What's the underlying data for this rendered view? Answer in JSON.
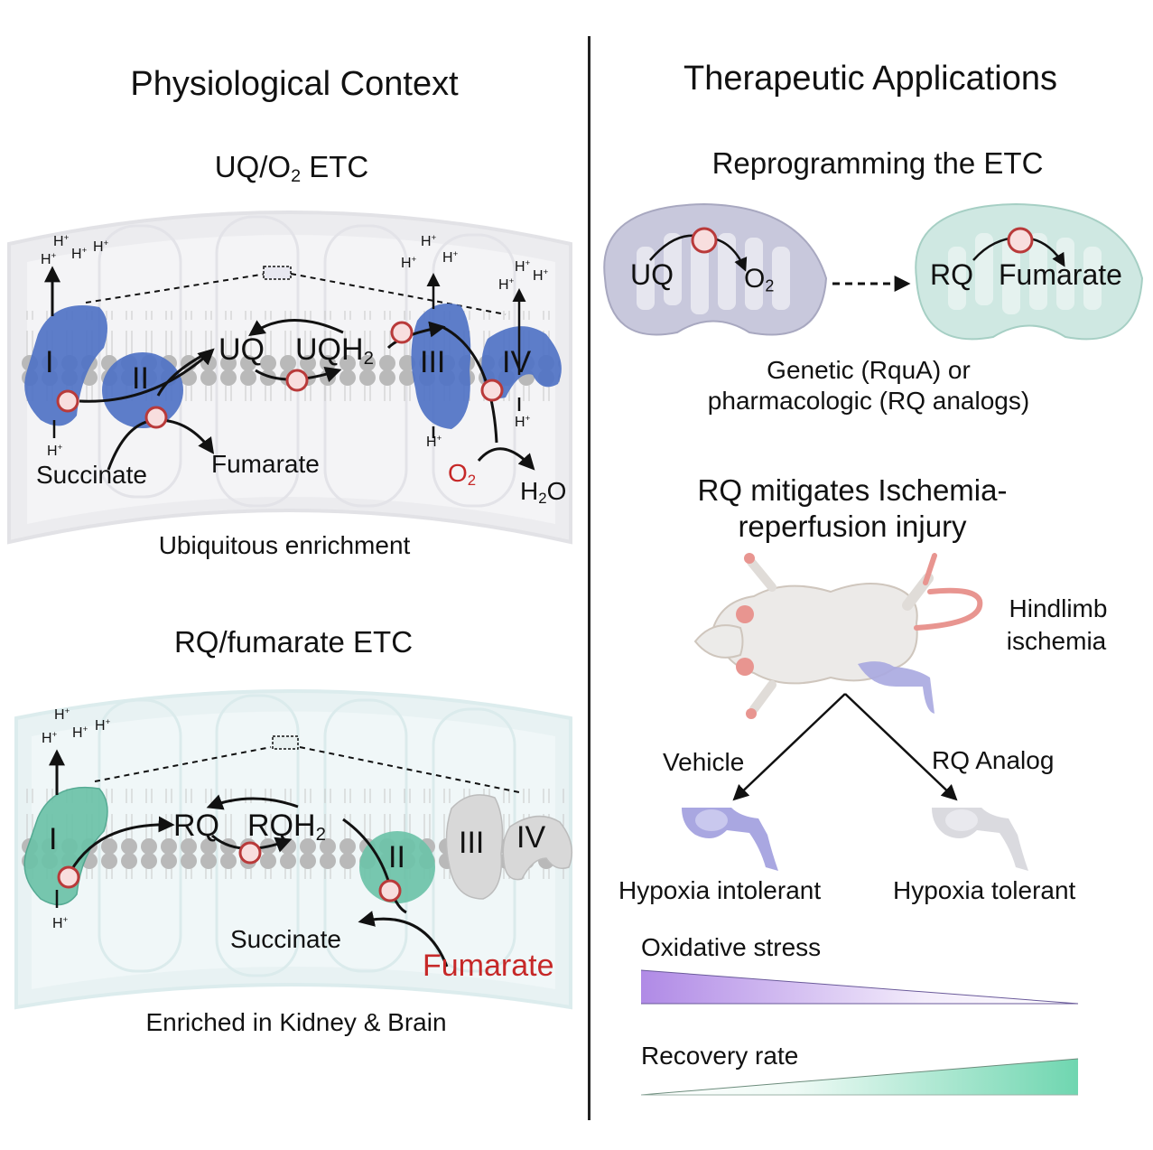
{
  "left_panel": {
    "title": "Physiological Context",
    "top_diagram": {
      "title_prefix": "UQ/O",
      "title_sub": "2",
      "title_suffix": " ETC",
      "complexes": [
        "I",
        "II",
        "III",
        "IV"
      ],
      "carrier_ox": "UQ",
      "carrier_red_prefix": "UQH",
      "carrier_red_sub": "2",
      "substrate": "Succinate",
      "product": "Fumarate",
      "acceptor_prefix": "O",
      "acceptor_sub": "2",
      "water_prefix": "H",
      "water_sub": "2",
      "water_suffix": "O",
      "proton": "H",
      "proton_charge": "+",
      "caption": "Ubiquitous enrichment",
      "complex_color": "#4f72c4"
    },
    "bottom_diagram": {
      "title": "RQ/fumarate ETC",
      "complexes": [
        "I",
        "II",
        "III",
        "IV"
      ],
      "carrier_ox": "RQ",
      "carrier_red_prefix": "RQH",
      "carrier_red_sub": "2",
      "product": "Succinate",
      "acceptor": "Fumarate",
      "proton": "H",
      "proton_charge": "+",
      "caption": "Enriched in Kidney & Brain",
      "complex_color": "#6cc2a8",
      "inactive_color": "#d8d8d8"
    }
  },
  "right_panel": {
    "title": "Therapeutic Applications",
    "reprogram": {
      "title": "Reprogramming the ETC",
      "left_mito": {
        "donor": "UQ",
        "acceptor_prefix": "O",
        "acceptor_sub": "2",
        "color": "#c8c8dc"
      },
      "right_mito": {
        "donor": "RQ",
        "acceptor": "Fumarate",
        "color": "#cfe8e2"
      },
      "caption_line1": "Genetic (RquA) or",
      "caption_line2": "pharmacologic (RQ analogs)"
    },
    "ischemia": {
      "title_line1": "RQ mitigates Ischemia-",
      "title_line2": "reperfusion injury",
      "model_label_line1": "Hindlimb",
      "model_label_line2": "ischemia",
      "branch_left": "Vehicle",
      "branch_right": "RQ Analog",
      "outcome_left": "Hypoxia intolerant",
      "outcome_right": "Hypoxia tolerant",
      "gradients": [
        {
          "label": "Oxidative stress",
          "direction": "decreasing",
          "color": "#b08ae6"
        },
        {
          "label": "Recovery rate",
          "direction": "increasing",
          "color": "#6fd6b0"
        }
      ]
    }
  },
  "symbols": {
    "electron": "−"
  }
}
